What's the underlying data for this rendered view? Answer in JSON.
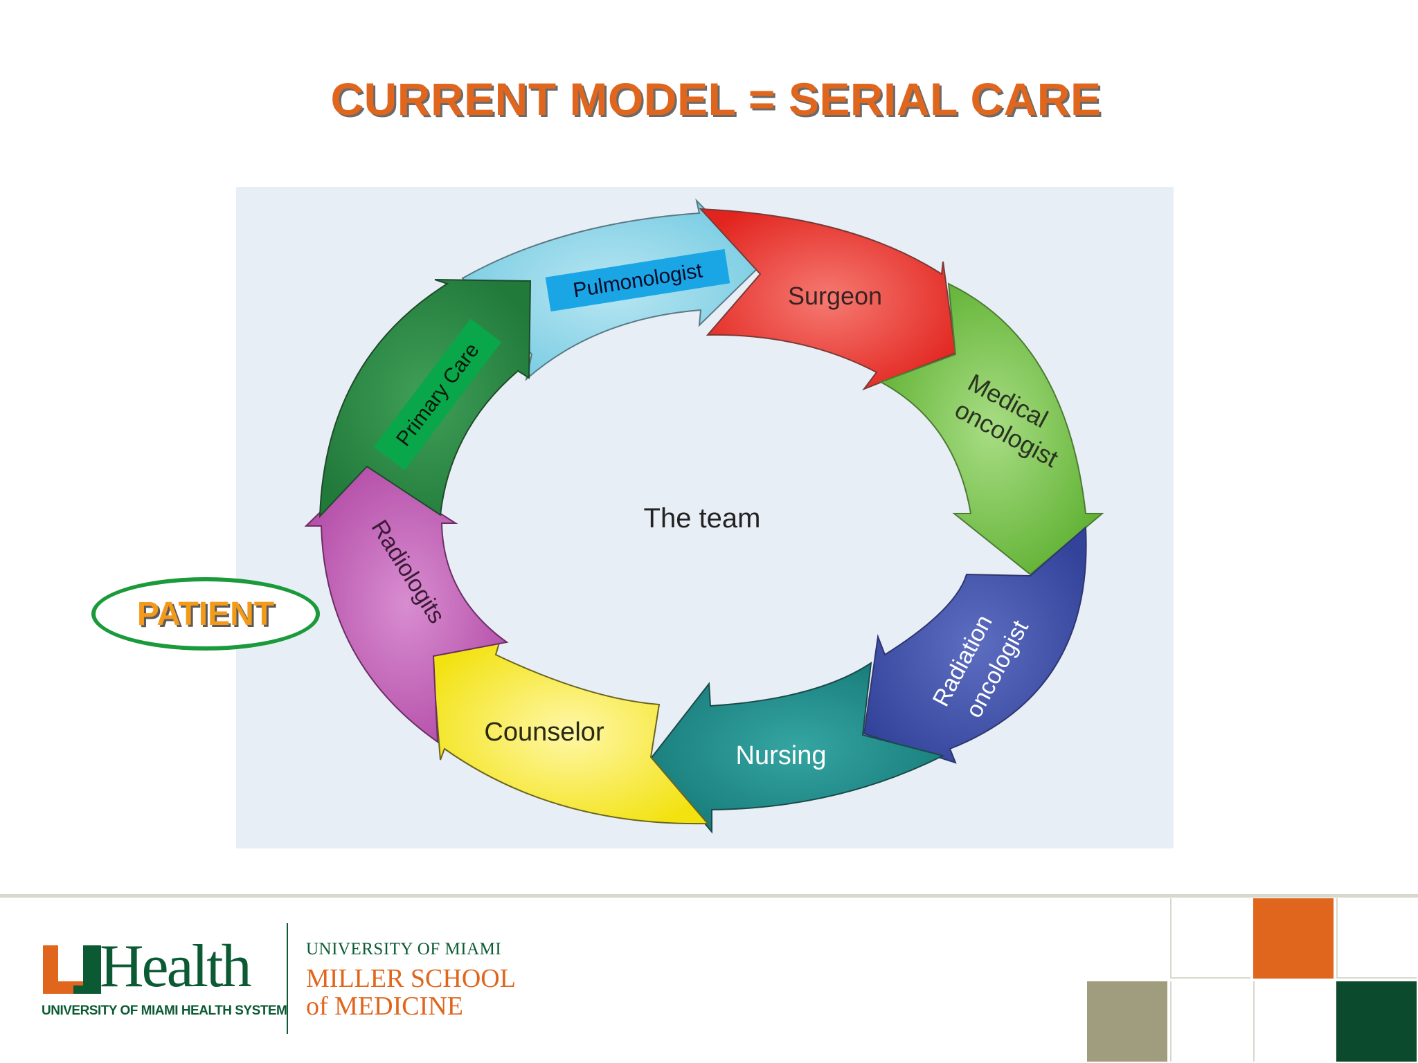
{
  "slide": {
    "title": "CURRENT MODEL = SERIAL CARE",
    "patient_label": "PATIENT"
  },
  "diagram": {
    "center_label": "The team",
    "steps": [
      {
        "label": "Pulmonologist",
        "color": "#7fd0e6"
      },
      {
        "label": "Surgeon",
        "color": "#e8302b"
      },
      {
        "label": "Medical oncologist",
        "line1": "Medical",
        "line2": "oncologist",
        "color": "#6fbf3e"
      },
      {
        "label": "Radiation oncologist",
        "line1": "Radiation",
        "line2": "oncologist",
        "color": "#3f4fa6"
      },
      {
        "label": "Nursing",
        "color": "#1f8a88"
      },
      {
        "label": "Counselor",
        "color": "#f7e92a"
      },
      {
        "label": "Radiologits",
        "color": "#c05ab4"
      },
      {
        "label": "Primary Care",
        "color": "#2e8a44"
      }
    ],
    "panel_color": "#e8eef5",
    "highlight_colors": {
      "pulmonologist_box": "#1aa6e4",
      "primary_care_box": "#0aa64a"
    }
  },
  "footer": {
    "logo_wordmark": "Health",
    "logo_tagline": "UNIVERSITY OF MIAMI HEALTH SYSTEM",
    "school_line1": "UNIVERSITY OF MIAMI",
    "school_line2": "MILLER SCHOOL",
    "school_line3": "of MEDICINE",
    "brand_green": "#0b5a34",
    "brand_orange": "#e0661e",
    "tile_colors": [
      "#e0661e",
      "#a09c7e",
      "#0b4a2c"
    ]
  }
}
